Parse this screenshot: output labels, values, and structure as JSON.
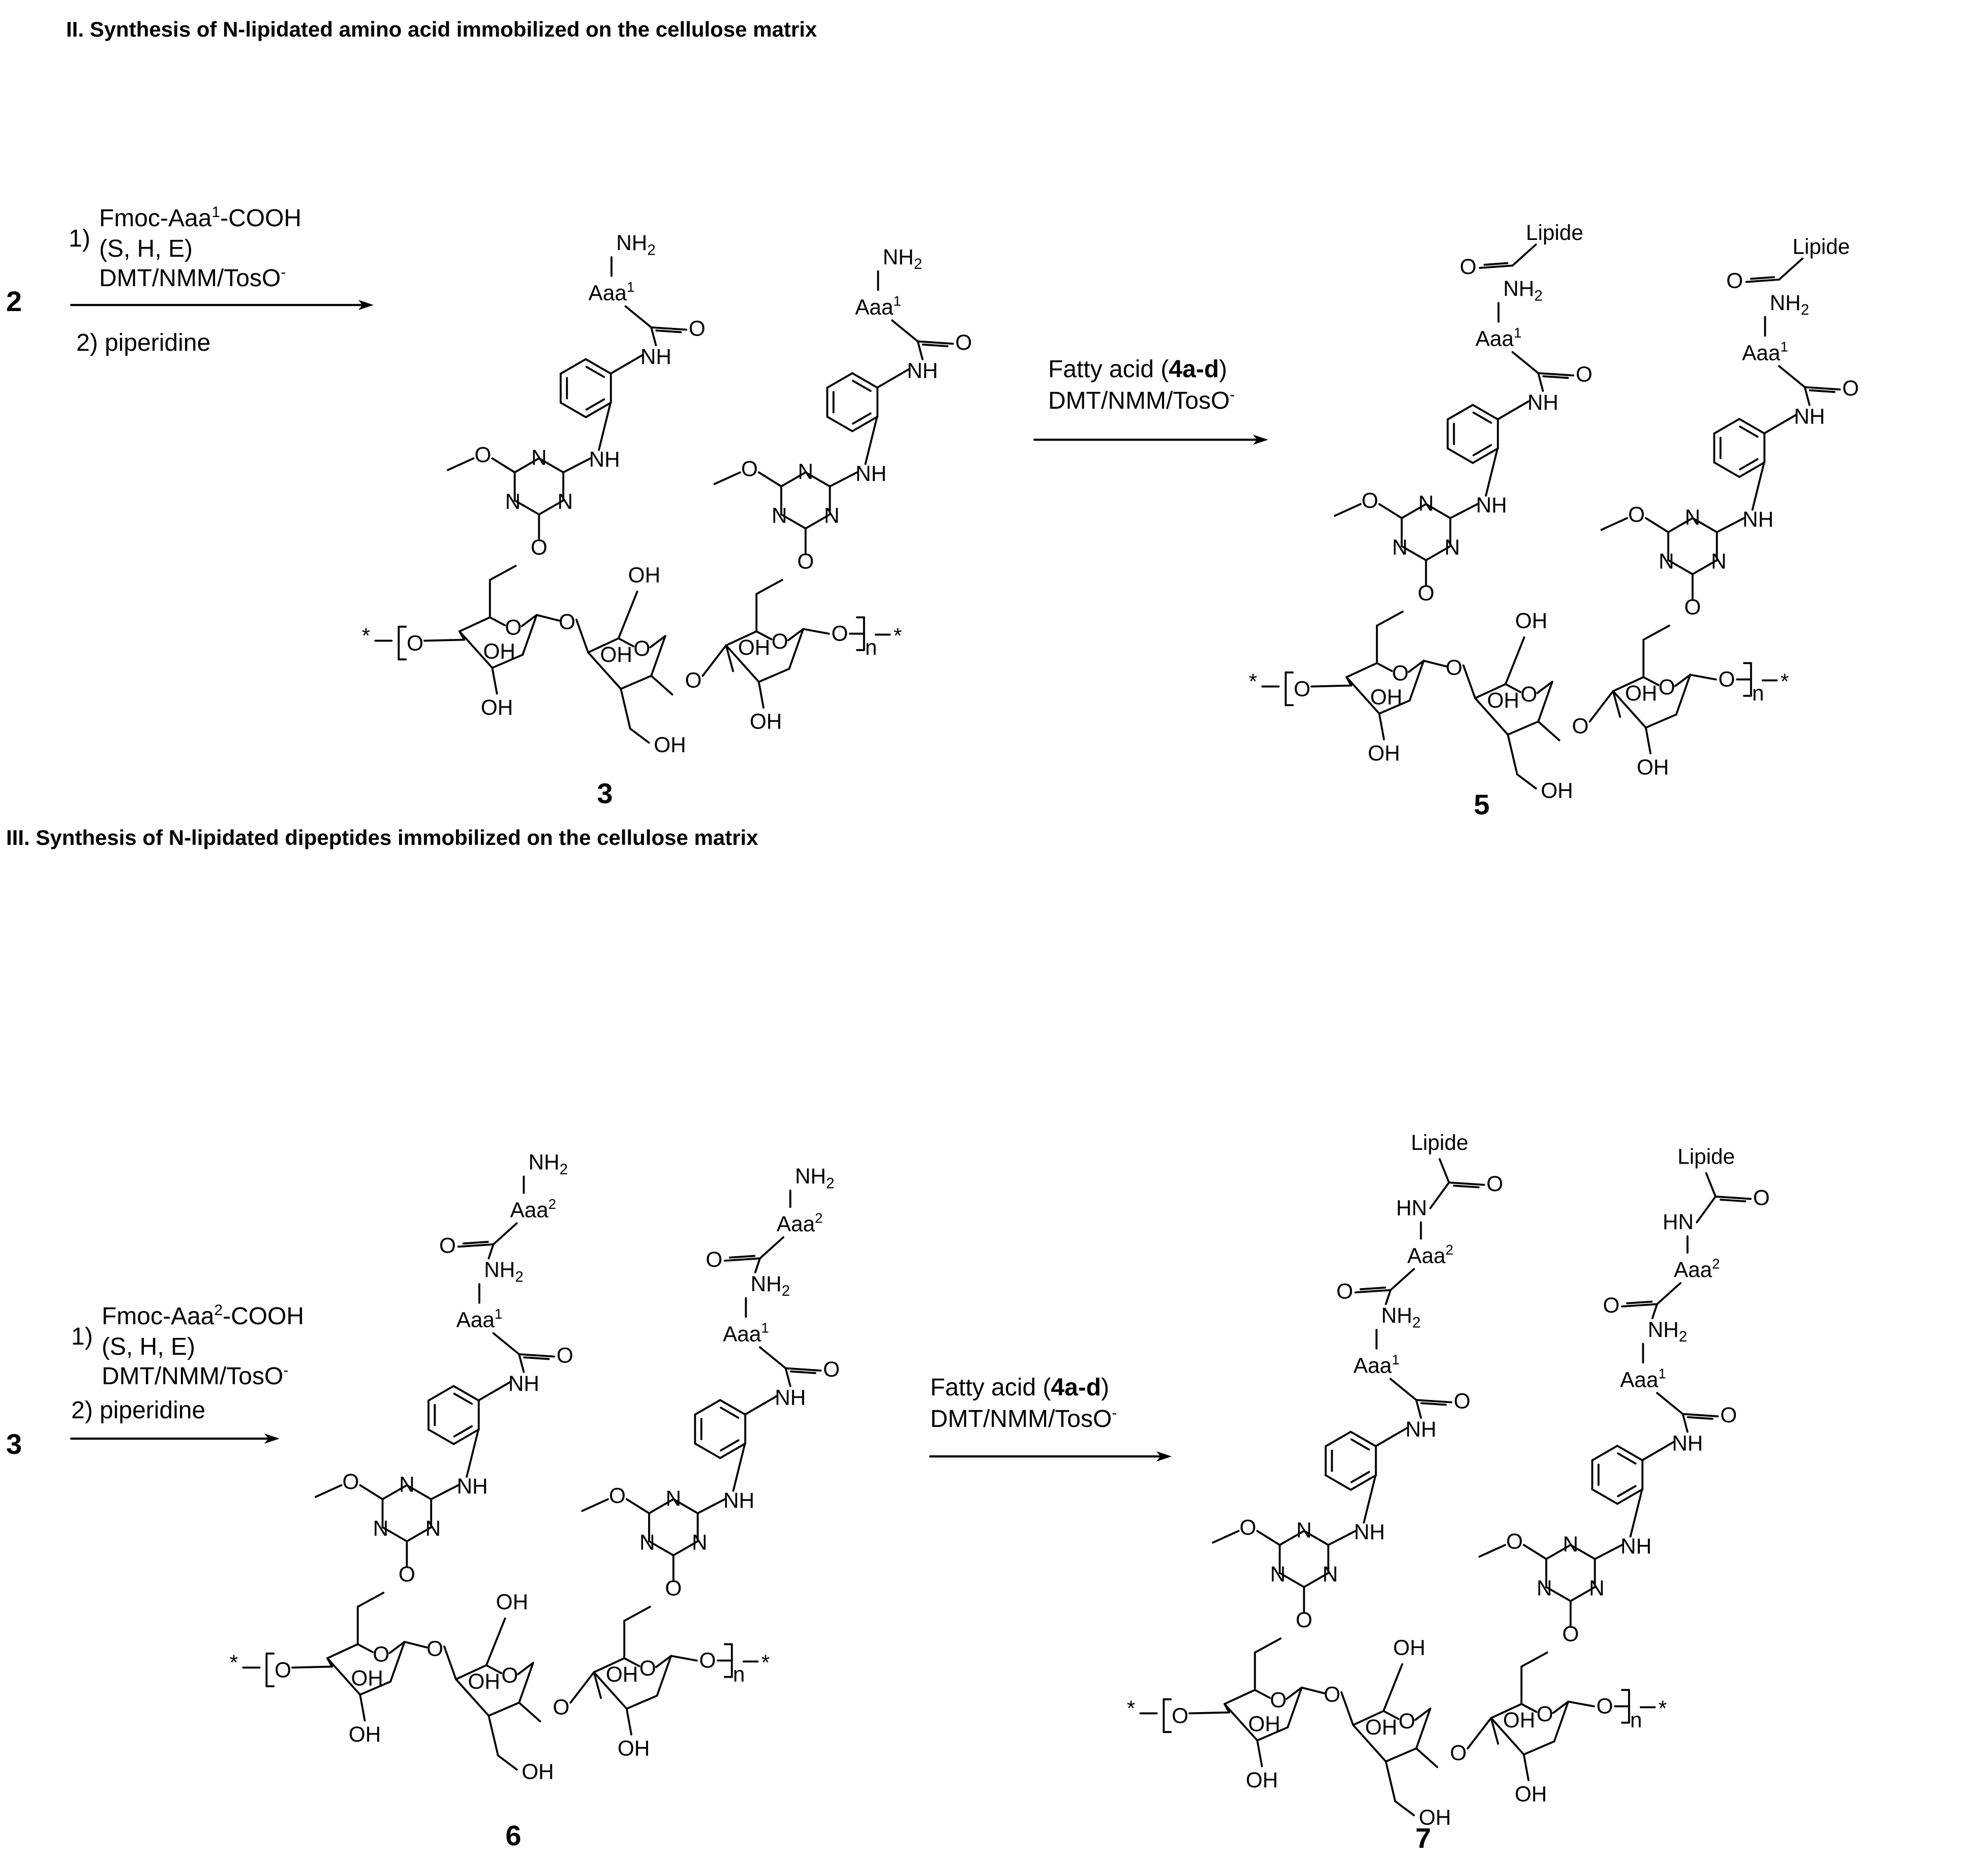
{
  "section2": {
    "title": "II. Synthesis of N-lipidated amino acid immobilized on the cellulose matrix",
    "start_compound": "2",
    "step1_num": "1)",
    "step1_reagent_a": "Fmoc-Aaa",
    "step1_reagent_sup": "1",
    "step1_reagent_b": "-COOH",
    "step1_conditions": "(S, H, E)",
    "step1_activator": "DMT/NMM/TosO",
    "step2": "2) piperidine",
    "product_a": "3",
    "coupling_a": "Fatty acid (",
    "coupling_bold": "4a-d",
    "coupling_b": ")",
    "coupling_activator": "DMT/NMM/TosO",
    "product_b": "5"
  },
  "section3": {
    "title": "III. Synthesis of N-lipidated dipeptides immobilized on the cellulose matrix",
    "start_compound": "3",
    "step1_num": "1)",
    "step1_reagent_a": "Fmoc-Aaa",
    "step1_reagent_sup": "2",
    "step1_reagent_b": "-COOH",
    "step1_conditions": "(S, H, E)",
    "step1_activator": "DMT/NMM/TosO",
    "step2": "2) piperidine",
    "product_a": "6",
    "coupling_a": "Fatty acid (",
    "coupling_bold": "4a-d",
    "coupling_b": ")",
    "coupling_activator": "DMT/NMM/TosO",
    "product_b": "7"
  },
  "atoms": {
    "nh2": "NH",
    "nh": "NH",
    "hn": "HN",
    "aaa": "Aaa",
    "o": "O",
    "n": "N",
    "oh": "OH",
    "lipide": "Lipide",
    "star": "*",
    "n_repeat": "n",
    "sub2": "2",
    "sup1": "1",
    "sup2": "2",
    "minus": "-"
  }
}
